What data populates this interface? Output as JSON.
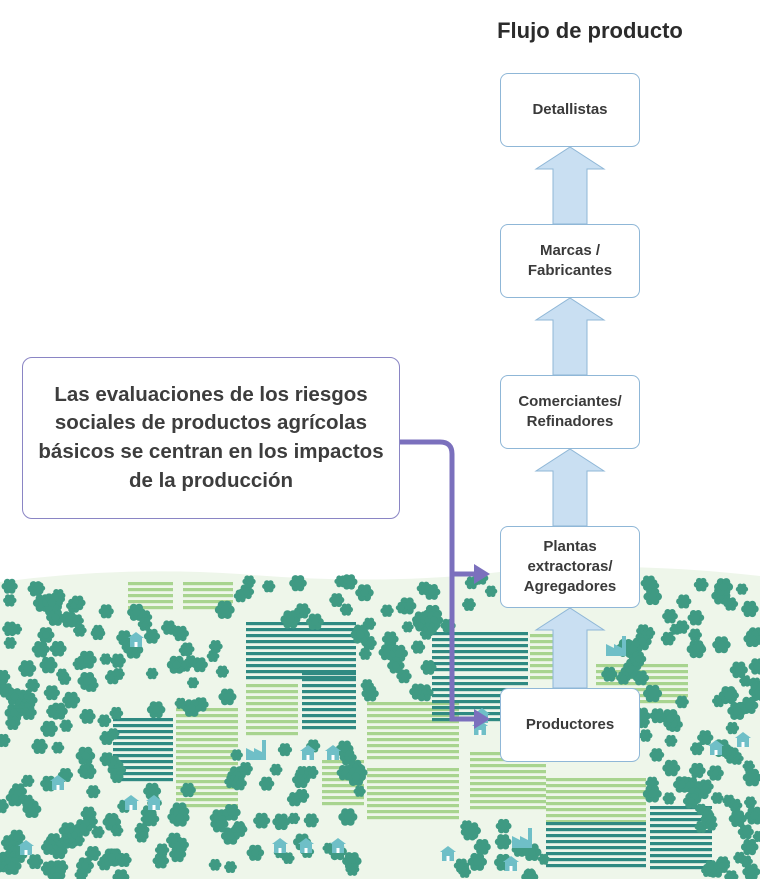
{
  "title": "Flujo de producto",
  "callout": "Las evaluaciones de los riesgos sociales de productos agrícolas básicos se centran en los impactos de la producción",
  "stages": [
    {
      "label": "Detallistas"
    },
    {
      "label": "Marcas /\nFabricantes"
    },
    {
      "label": "Comerciantes/\nRefinadores"
    },
    {
      "label": "Plantas\nextractoras/\nAgregadores"
    },
    {
      "label": "Productores"
    }
  ],
  "colors": {
    "box_border": "#8fb7d7",
    "flow_arrow": "#c9dff2",
    "callout_border": "#8a85c4",
    "connector": "#7b70bd",
    "tree": "#3f9a83",
    "field_light": "#a8d48f",
    "field_dark": "#2f8a82",
    "house": "#6fbfc7",
    "ground": "#eef6ea"
  },
  "icons": [
    "tree-icon",
    "house-icon",
    "factory-icon",
    "field-icon",
    "arrow-up-icon"
  ]
}
